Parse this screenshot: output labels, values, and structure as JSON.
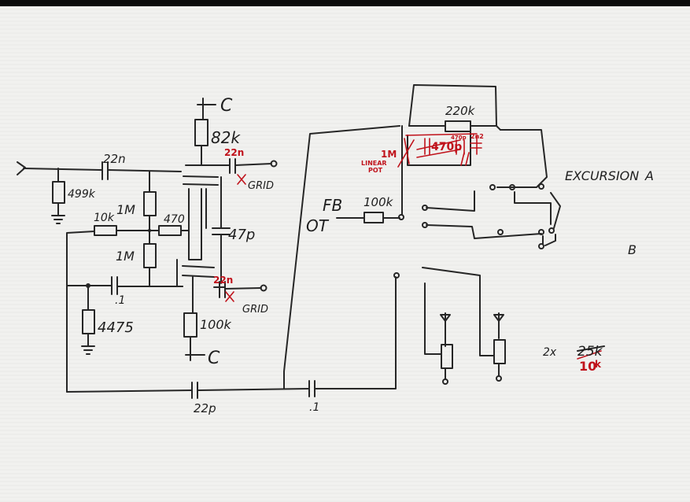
{
  "colors": {
    "ink": "#262626",
    "red_ink": "#c0121b",
    "paper": "#f1f1ef",
    "background": "#0b0b0b"
  },
  "labels": {
    "c_top": "C",
    "r_824k": "82k",
    "cap_22n_input": "22n",
    "cap_22n_red_top": "22n",
    "grid_top": "GRID",
    "r_499k": "499k",
    "r_10k": "10k",
    "r_1m_a": "1M",
    "r_470": "470",
    "r_1m_b": "1M",
    "cap_47p": "47p",
    "cap_22n_red_bottom": "22n",
    "grid_bottom": "GRID",
    "cap_point1_left": ".1",
    "r_4475": "4475",
    "r_100k_bottom": "100k",
    "c_bottom": "C",
    "cap_22p": "22p",
    "cap_point1_bottom": ".1",
    "r_220k": "220k",
    "pot_1m": "1M",
    "linear_pot": "LINEAR",
    "pot_word": "POT",
    "cap_470p_struck": "470p",
    "cap_470p_small": "470p",
    "cap_2n2": "2n2",
    "fb": "FB",
    "ot": "OT",
    "r_100k_fb": "100k",
    "excursion": "EXCURSION",
    "excursion_a": "A",
    "excursion_b": "B",
    "pots_qty": "2x",
    "pots_old_value": "25k",
    "pots_new_value": "10",
    "pots_unit_k": "k"
  }
}
